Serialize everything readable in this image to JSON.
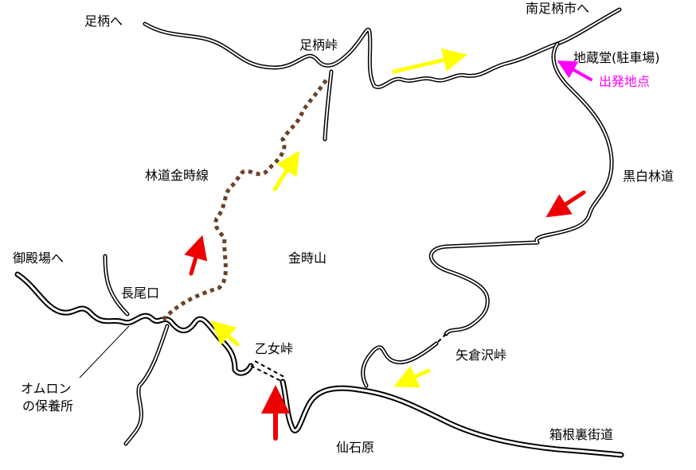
{
  "labels": {
    "ashigara_to": "足柄へ",
    "minami_ashigara_to": "南足柄市へ",
    "ashigara_toge": "足柄峠",
    "jizodo": "地蔵堂(駐車場)",
    "start_point": "出発地点",
    "rindo_kintoki": "林道金時線",
    "kokuhaku_rindo": "黒白林道",
    "gotemba_to": "御殿場へ",
    "kintokiyama": "金時山",
    "nagaoguchi": "長尾口",
    "omron_line1": "オムロン",
    "omron_line2": "の保養所",
    "otome_toge": "乙女峠",
    "yagurasawa_toge": "矢倉沢峠",
    "sengokuhara": "仙石原",
    "hakone_urakaido": "箱根裏街道"
  },
  "colors": {
    "road": "#000000",
    "trail": "#6b4226",
    "arrow_yellow": "#ffff00",
    "arrow_red": "#ee0000",
    "arrow_start": "#ff00ff"
  }
}
